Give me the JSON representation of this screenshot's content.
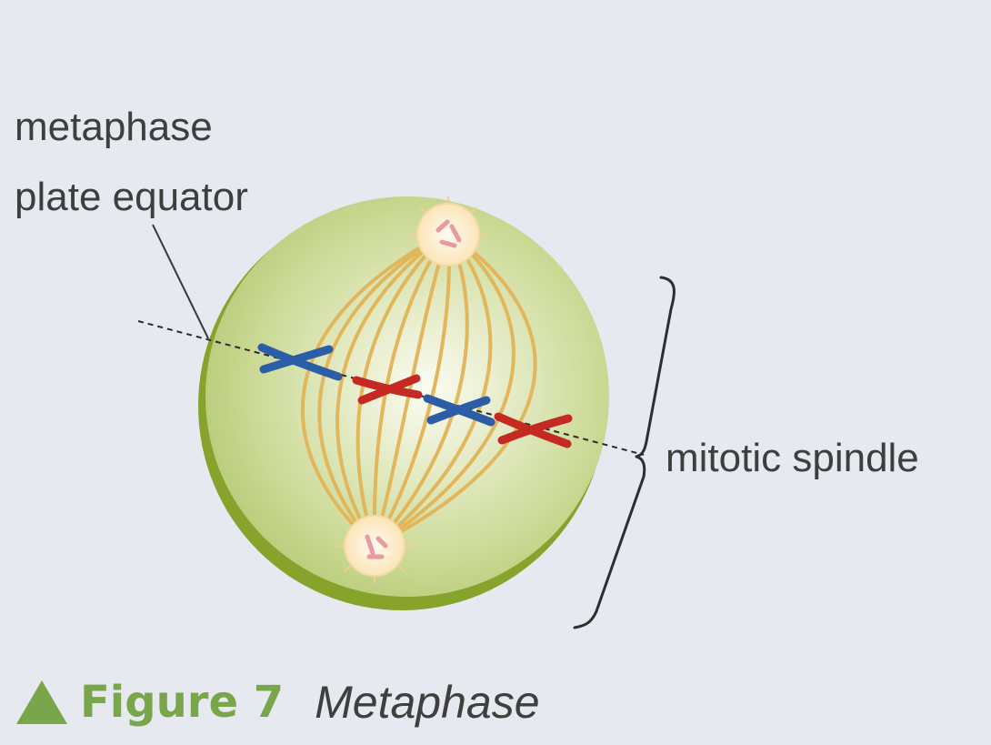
{
  "labels": {
    "plate_line1": "metaphase",
    "plate_line2": "plate equator",
    "spindle": "mitotic spindle"
  },
  "caption": {
    "figure": "Figure 7",
    "title": "Metaphase"
  },
  "colors": {
    "background": "#e6e9ef",
    "cell_fill": "#c6d68c",
    "cell_rim": "#86a32c",
    "spindle_fibres": "#e2b65b",
    "centrosome": "#fff3d4",
    "chromosome_blue": "#2c5ea8",
    "chromosome_red": "#c42a22",
    "caption_accent": "#79a64a",
    "text": "#3e3e3e"
  }
}
